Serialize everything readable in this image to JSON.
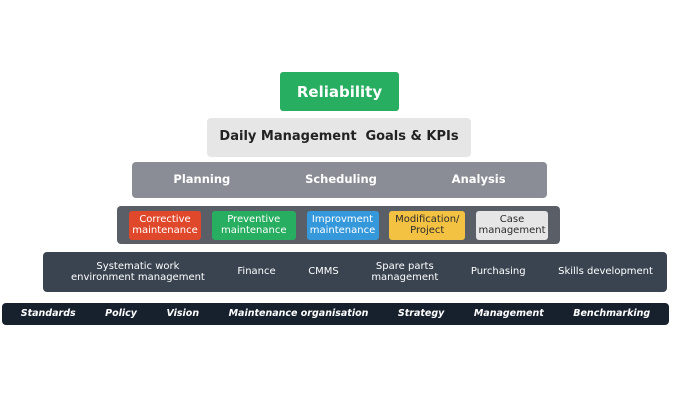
{
  "tier1": {
    "label": "Reliability"
  },
  "tier2": {
    "items": [
      "Daily Management",
      "Goals & KPIs"
    ]
  },
  "tier3": {
    "items": [
      "Planning",
      "Scheduling",
      "Analysis"
    ]
  },
  "tier4": {
    "items": [
      "Corrective\nmaintenance",
      "Preventive\nmaintenance",
      "Improvment\nmaintenance",
      "Modification/\nProject",
      "Case\nmanagement"
    ]
  },
  "tier5": {
    "items": [
      "Systematic work\nenvironment management",
      "Finance",
      "CMMS",
      "Spare parts\nmanagement",
      "Purchasing",
      "Skills development"
    ]
  },
  "tier6": {
    "items": [
      "Standards",
      "Policy",
      "Vision",
      "Maintenance organisation",
      "Strategy",
      "Management",
      "Benchmarking"
    ]
  },
  "colors": {
    "reliability": "#27ae60",
    "corrective": "#e0482b",
    "preventive": "#27ae60",
    "improvement": "#3498db",
    "modification": "#f4c242",
    "case": "#e6e6e6"
  }
}
